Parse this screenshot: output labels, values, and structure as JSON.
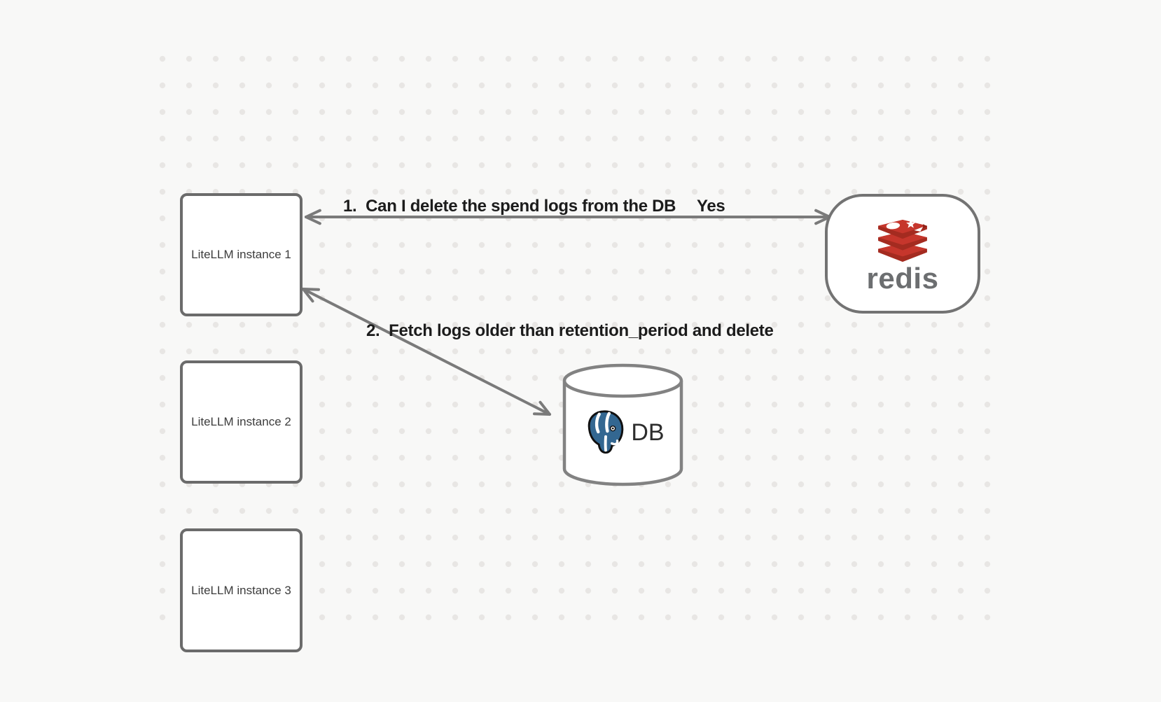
{
  "canvas": {
    "background_color": "#f8f8f7",
    "dot_color": "#e8e6e4"
  },
  "nodes": {
    "instance1": {
      "label": "LiteLLM instance 1"
    },
    "instance2": {
      "label": "LiteLLM instance 2"
    },
    "instance3": {
      "label": "LiteLLM instance 3"
    },
    "redis": {
      "label": "redis"
    },
    "db": {
      "label": "DB"
    }
  },
  "arrows": {
    "redis_query": {
      "label": "1.  Can I delete the spend logs from the DB",
      "answer": "Yes"
    },
    "db_action": {
      "label": "2.  Fetch logs older than retention_period and delete"
    }
  },
  "colors": {
    "arrow_stroke": "#7a7a7a",
    "box_border": "#6b6b6b",
    "redis_red": "#c6362c",
    "redis_red_dark": "#a42b20",
    "redis_wordmark_gray": "#6c6e70",
    "postgres_blue": "#336791",
    "label_text": "#1c1c1c"
  }
}
